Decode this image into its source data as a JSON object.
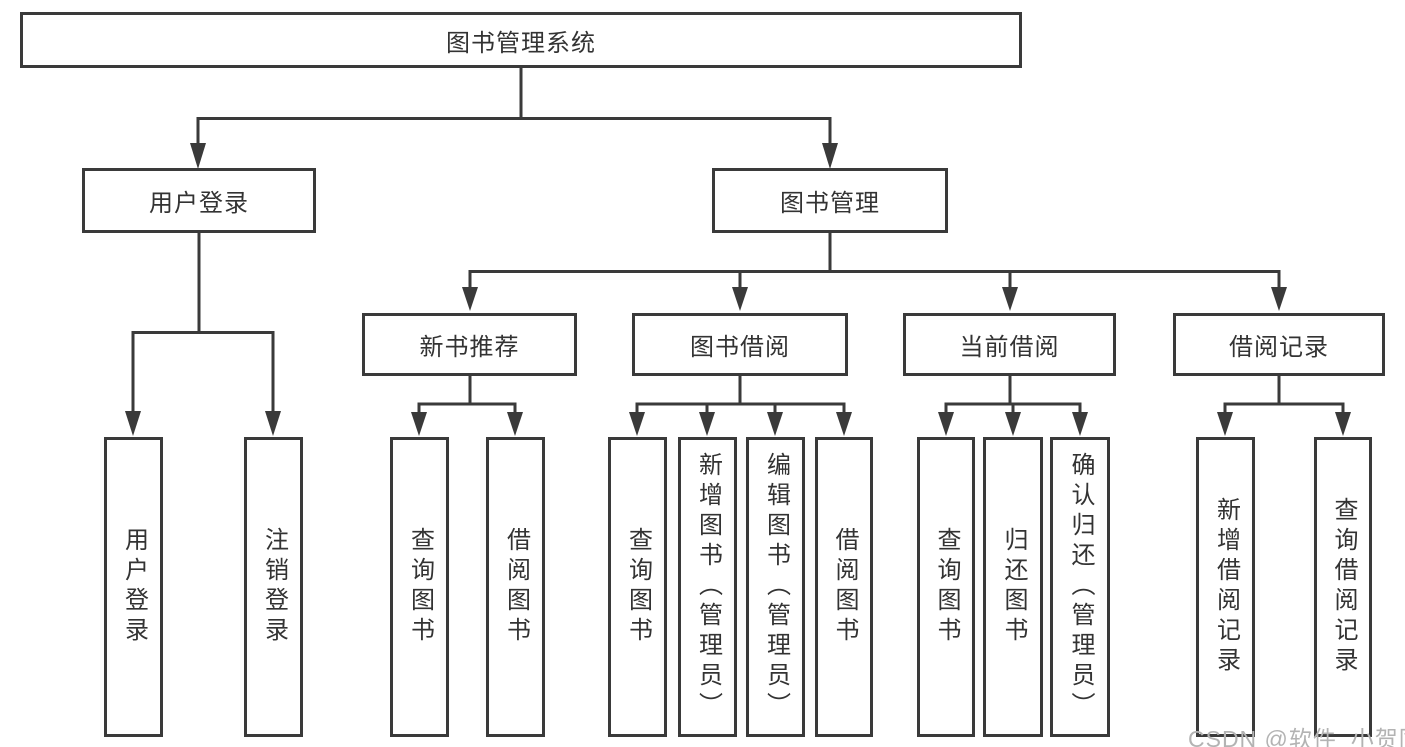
{
  "diagram": {
    "root": {
      "label": "图书管理系统"
    },
    "level2": [
      {
        "label": "用户登录"
      },
      {
        "label": "图书管理"
      }
    ],
    "level3": [
      {
        "label": "新书推荐"
      },
      {
        "label": "图书借阅"
      },
      {
        "label": "当前借阅"
      },
      {
        "label": "借阅记录"
      }
    ],
    "leaves": {
      "user_login": [
        "用户登录",
        "注销登录"
      ],
      "new_book_recommend": [
        "查询图书",
        "借阅图书"
      ],
      "book_borrowing": [
        "查询图书",
        "新增图书（管理员）",
        "编辑图书（管理员）",
        "借阅图书"
      ],
      "current_borrowing": [
        "查询图书",
        "归还图书",
        "确认归还（管理员）"
      ],
      "borrow_records": [
        "新增借阅记录",
        "查询借阅记录"
      ]
    },
    "watermark": "CSDN @软件_小贺同学",
    "colors": {
      "line": "#3a3a3a",
      "text": "#333333",
      "background": "#ffffff",
      "watermark": "#b3b3b3"
    }
  }
}
